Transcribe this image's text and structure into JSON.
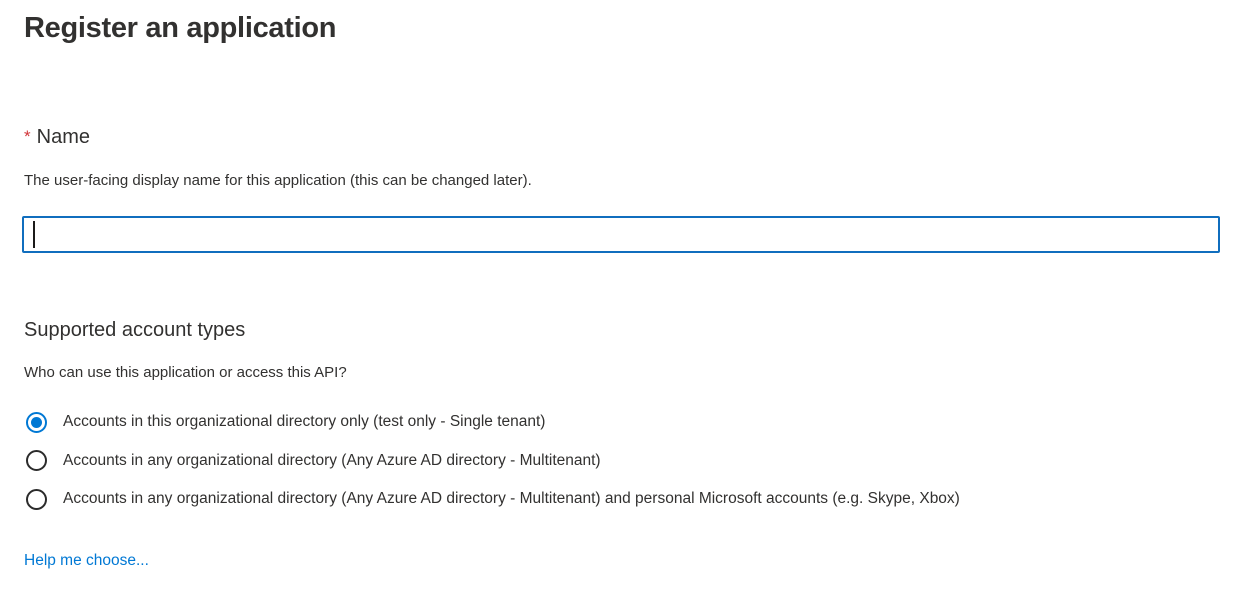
{
  "page": {
    "title": "Register an application"
  },
  "colors": {
    "accent_blue": "#0078d4",
    "input_focus_border": "#106ebe",
    "required_red": "#d13438",
    "text": "#323130",
    "link": "#0078d4"
  },
  "name_field": {
    "required_marker": "*",
    "label": "Name",
    "description": "The user-facing display name for this application (this can be changed later).",
    "value": "",
    "placeholder": ""
  },
  "account_types": {
    "heading": "Supported account types",
    "question": "Who can use this application or access this API?",
    "options": [
      {
        "label": "Accounts in this organizational directory only (test only - Single tenant)",
        "selected": true
      },
      {
        "label": "Accounts in any organizational directory (Any Azure AD directory - Multitenant)",
        "selected": false
      },
      {
        "label": "Accounts in any organizational directory (Any Azure AD directory - Multitenant) and personal Microsoft accounts (e.g. Skype, Xbox)",
        "selected": false
      }
    ],
    "help_link_label": "Help me choose..."
  }
}
